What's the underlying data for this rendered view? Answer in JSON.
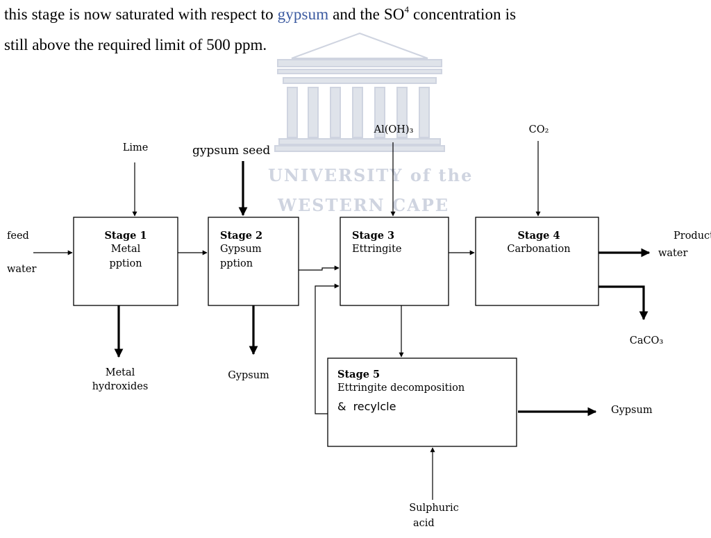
{
  "intro_text": {
    "line1_before": "this stage is now saturated with respect to",
    "line1_highlight": "gypsum",
    "line1_mid": "and the SO",
    "line1_sub": "4",
    "line1_after": "concentration is",
    "line2": "still above the required limit of 500 ppm."
  },
  "watermark": {
    "line1": "UNIVERSITY of the",
    "line2": "WESTERN CAPE"
  },
  "diagram": {
    "inputs": {
      "lime": "Lime",
      "gypsum_seed": "gypsum seed",
      "al_oh3": "Al(OH)₃",
      "co2": "CO₂",
      "feed_line1": "feed",
      "feed_line2": "water",
      "sulphuric_line1": "Sulphuric",
      "sulphuric_line2": "acid"
    },
    "stages": [
      {
        "title": "Stage 1",
        "line1": "Metal",
        "line2": "pption"
      },
      {
        "title": "Stage 2",
        "line1": "Gypsum",
        "line2": "pption"
      },
      {
        "title": "Stage 3",
        "line1": "Ettringite",
        "line2": ""
      },
      {
        "title": "Stage 4",
        "line1": "Carbonation",
        "line2": ""
      },
      {
        "title": "Stage 5",
        "line1": "Ettringite decomposition",
        "line2": "& recylcle"
      }
    ],
    "outputs": {
      "metal_line1": "Metal",
      "metal_line2": "hydroxides",
      "gypsum_stage2": "Gypsum",
      "product_line1": "Product",
      "product_line2": "water",
      "caco3": "CaCO₃",
      "gypsum_stage5": "Gypsum"
    }
  }
}
